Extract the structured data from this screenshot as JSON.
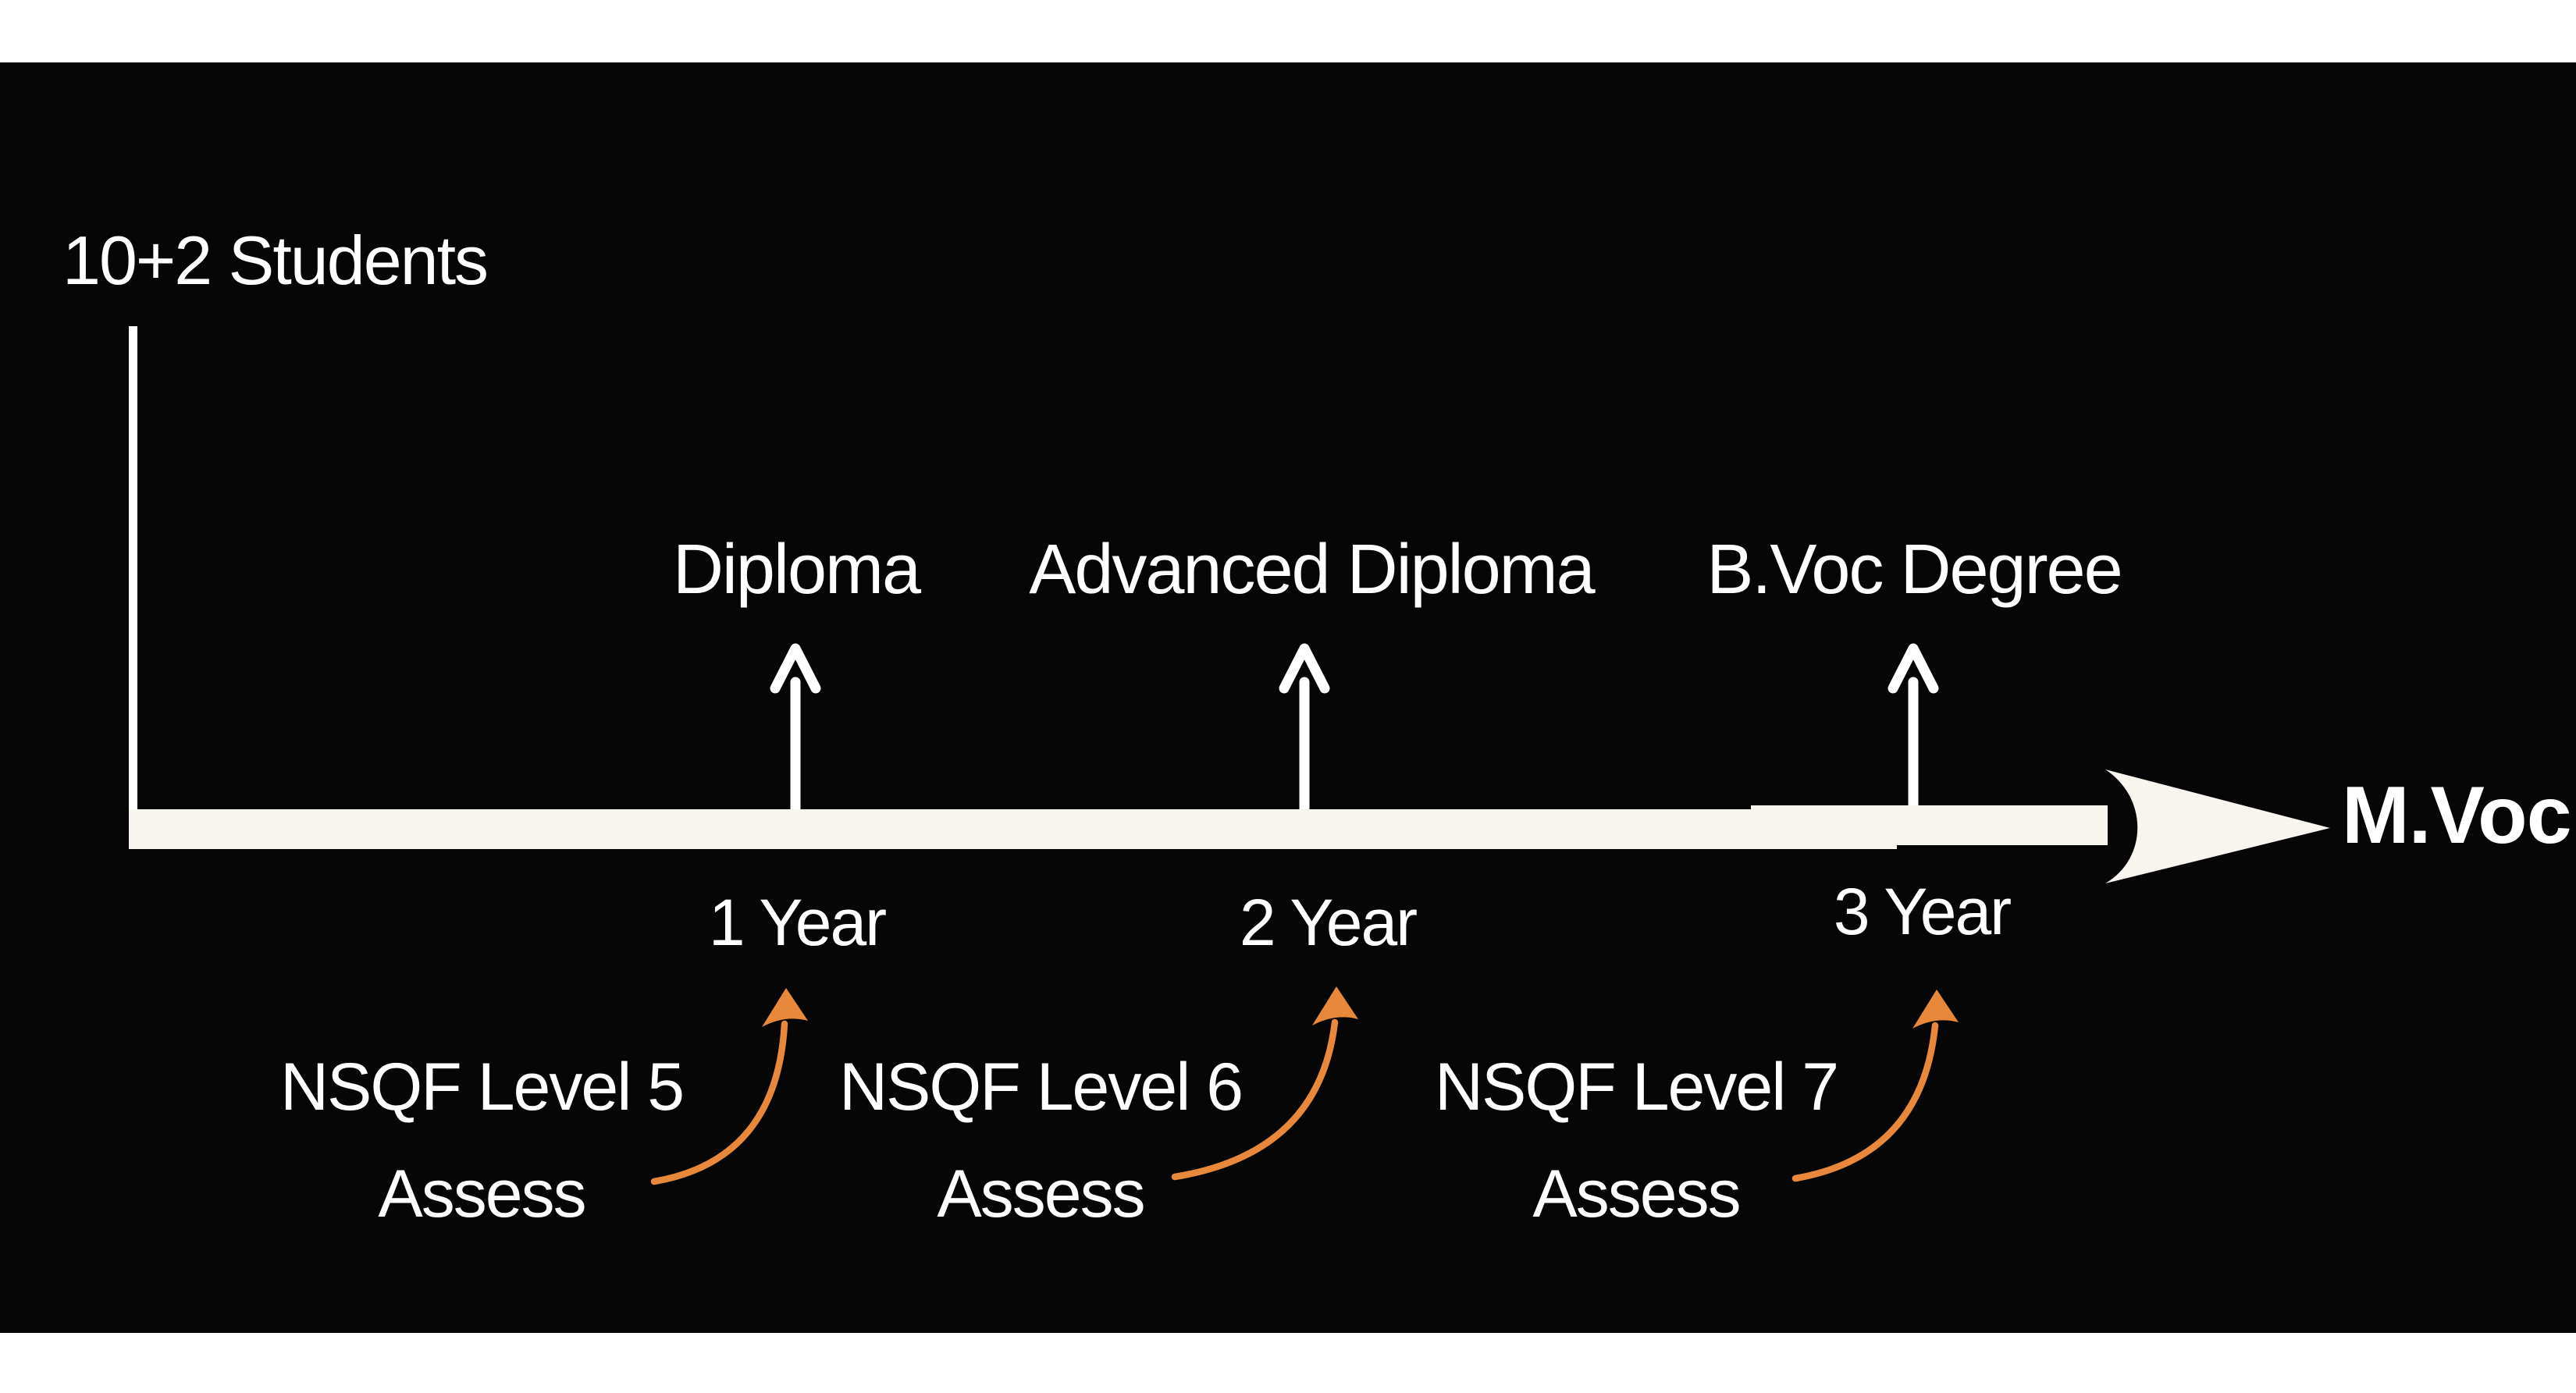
{
  "page": {
    "background": "#ffffff",
    "canvas_background": "#060606"
  },
  "colors": {
    "text": "#ffffff",
    "timeline_bar": "#f8f5ee",
    "accent_orange": "#e8883a"
  },
  "header": {
    "title": "10+2 Students"
  },
  "timeline": {
    "end_label": "M.Voc",
    "milestones": [
      {
        "label": "Diploma",
        "year": "1 Year",
        "nsqf_level": "NSQF Level 5",
        "nsqf_action": "Assess"
      },
      {
        "label": "Advanced Diploma",
        "year": "2 Year",
        "nsqf_level": "NSQF Level 6",
        "nsqf_action": "Assess"
      },
      {
        "label": "B.Voc Degree",
        "year": "3 Year",
        "nsqf_level": "NSQF Level 7",
        "nsqf_action": "Assess"
      }
    ]
  }
}
